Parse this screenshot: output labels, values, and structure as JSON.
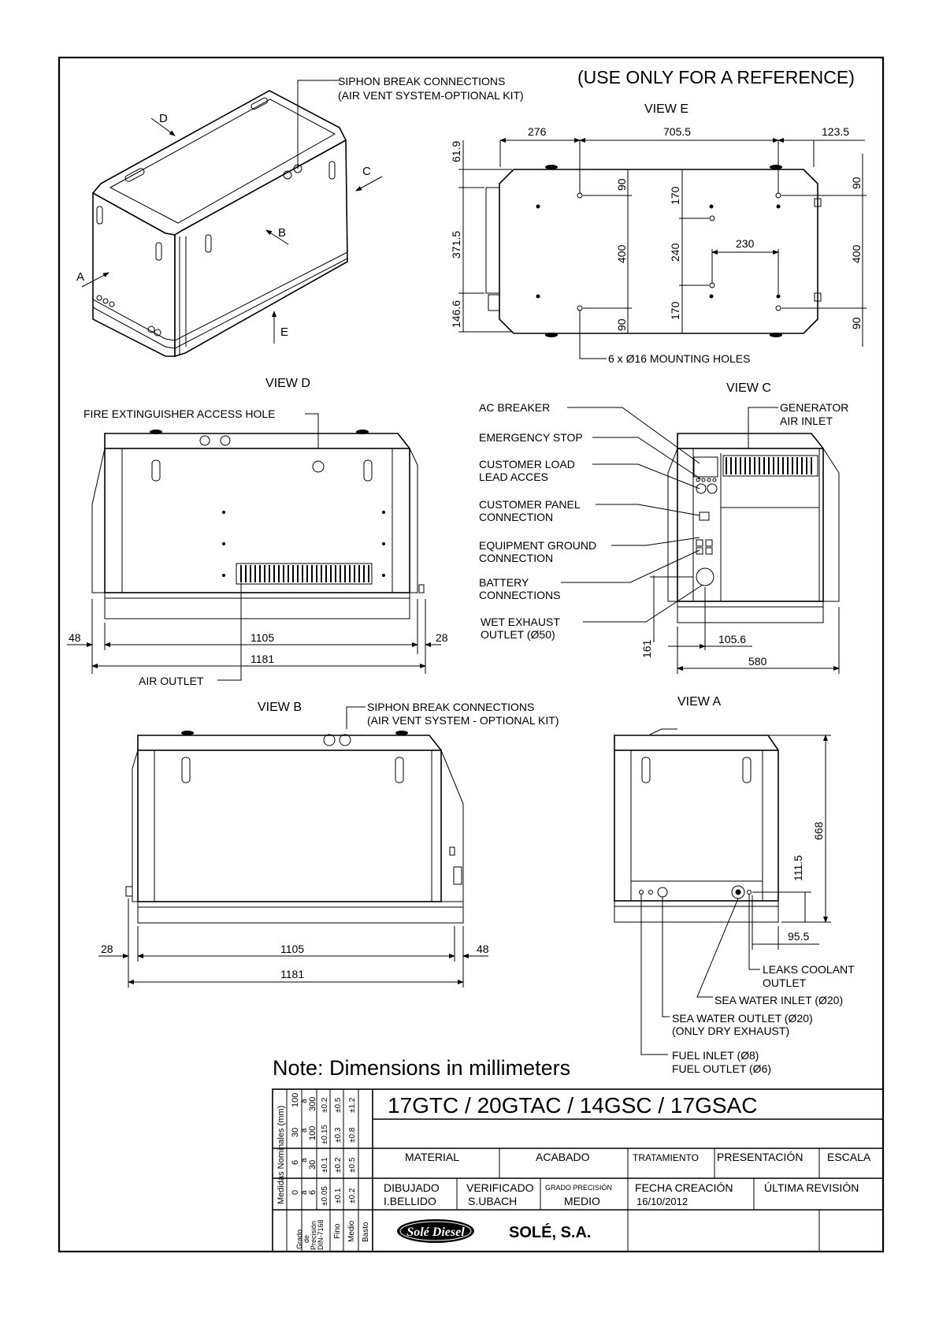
{
  "reference_note": "(USE ONLY FOR A REFERENCE)",
  "iso_view": {
    "labels": {
      "a": "A",
      "b": "B",
      "c": "C",
      "d": "D",
      "e": "E"
    },
    "siphon_line1": "SIPHON BREAK CONNECTIONS",
    "siphon_line2": "(AIR VENT SYSTEM-OPTIONAL KIT)"
  },
  "view_e": {
    "title": "VIEW E",
    "top_dims": [
      "276",
      "705.5",
      "123.5"
    ],
    "left_dims": [
      "61.9",
      "371.5",
      "146.6"
    ],
    "inner_dims": [
      "90",
      "400",
      "90",
      "170",
      "240",
      "170",
      "230",
      "90",
      "400",
      "90"
    ],
    "holes_label": "6 x Ø16 MOUNTING HOLES"
  },
  "view_d": {
    "title": "VIEW D",
    "fire_label": "FIRE EXTINGUISHER ACCESS HOLE",
    "dims": {
      "left": "48",
      "middle": "1105",
      "right": "28",
      "total": "1181"
    },
    "air_outlet": "AIR OUTLET"
  },
  "view_c": {
    "title": "VIEW C",
    "gen_air_1": "GENERATOR",
    "gen_air_2": "AIR INLET",
    "callouts": [
      "AC BREAKER",
      "EMERGENCY STOP",
      "CUSTOMER LOAD",
      "LEAD ACCES",
      "CUSTOMER PANEL",
      "CONNECTION",
      "EQUIPMENT GROUND",
      "CONNECTION",
      "BATTERY",
      "CONNECTIONS",
      "WET EXHAUST",
      "OUTLET (Ø50)"
    ],
    "dims": {
      "height": "161",
      "offset": "105.6",
      "width": "580"
    }
  },
  "view_b": {
    "title": "VIEW B",
    "siphon_line1": "SIPHON BREAK CONNECTIONS",
    "siphon_line2": "(AIR VENT SYSTEM - OPTIONAL KIT)",
    "dims": {
      "left": "28",
      "middle": "1105",
      "right": "48",
      "total": "1181"
    }
  },
  "view_a": {
    "title": "VIEW A",
    "dims": {
      "height": "668",
      "low": "111.5",
      "side": "95.5"
    },
    "callouts": [
      "LEAKS COOLANT",
      "OUTLET",
      "SEA WATER INLET (Ø20)",
      "SEA WATER OUTLET (Ø20)",
      "(ONLY DRY EXHAUST)",
      "FUEL INLET (Ø8)",
      "FUEL OUTLET (Ø6)"
    ]
  },
  "note": "Note: Dimensions in millimeters",
  "title_block": {
    "model": "17GTC / 20GTAC / 14GSC / 17GSAC",
    "headers": {
      "material": "MATERIAL",
      "acabado": "ACABADO",
      "tratamiento": "TRATAMIENTO",
      "presentacion": "PRESENTACIÓN",
      "escala": "ESCALA"
    },
    "dibujado_label": "DIBUJADO",
    "dibujado": "I.BELLIDO",
    "verificado_label": "VERIFICADO",
    "verificado": "S.UBACH",
    "grado_label": "GRADO PRECISIÓN",
    "grado": "MEDIO",
    "fecha_label": "FECHA CREACIÓN",
    "fecha": "16/10/2012",
    "ultima_label": "ÚLTIMA REVISIÓN",
    "company": "SOLÉ, S.A.",
    "logo_text": "Solé Diesel",
    "tolerance": {
      "side_label": "Medidas Nominales (mm)",
      "grade_label_1": "Grado",
      "grade_label_2": "de",
      "grade_label_3": "Precisión",
      "grade_label_4": "DIN-7168",
      "fino": "Fino",
      "medio": "Medio",
      "basto": "Basto",
      "rows": [
        {
          "range": [
            "100",
            "a",
            "300"
          ],
          "vals": [
            "±0.2",
            "±0.5",
            "±1.2"
          ]
        },
        {
          "range": [
            "30",
            "a",
            "100"
          ],
          "vals": [
            "±0.15",
            "±0.3",
            "±0.8"
          ]
        },
        {
          "range": [
            "6",
            "a",
            "30"
          ],
          "vals": [
            "±0.1",
            "±0.2",
            "±0.5"
          ]
        },
        {
          "range": [
            "0",
            "a",
            "6"
          ],
          "vals": [
            "±0.05",
            "±0.1",
            "±0.2"
          ]
        }
      ]
    }
  }
}
